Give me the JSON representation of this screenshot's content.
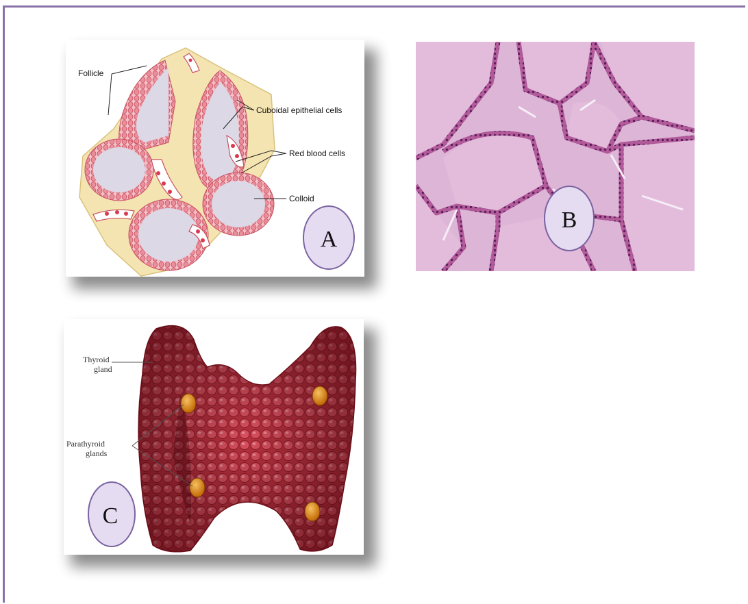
{
  "panel_a": {
    "badge": "A",
    "labels": {
      "follicle": "Follicle",
      "cuboidal": "Cuboidal epithelial cells",
      "rbc": "Red blood cells",
      "colloid": "Colloid"
    }
  },
  "panel_b": {
    "badge": "B"
  },
  "panel_c": {
    "badge": "C",
    "labels": {
      "thyroid_1": "Thyroid",
      "thyroid_2": "gland",
      "parathyroid_1": "Parathyroid",
      "parathyroid_2": "glands"
    }
  },
  "colors": {
    "frame": "#8a72a8",
    "badge_fill": "#e6dcf2",
    "badge_stroke": "#7a62a0",
    "follicle_cell": "#e8899a",
    "colloid": "#dcd8e6",
    "connective": "#f2e3b0",
    "histo_bg": "#d9a9cf",
    "gland": "#c73a48",
    "parathyroid": "#e08a1c"
  }
}
